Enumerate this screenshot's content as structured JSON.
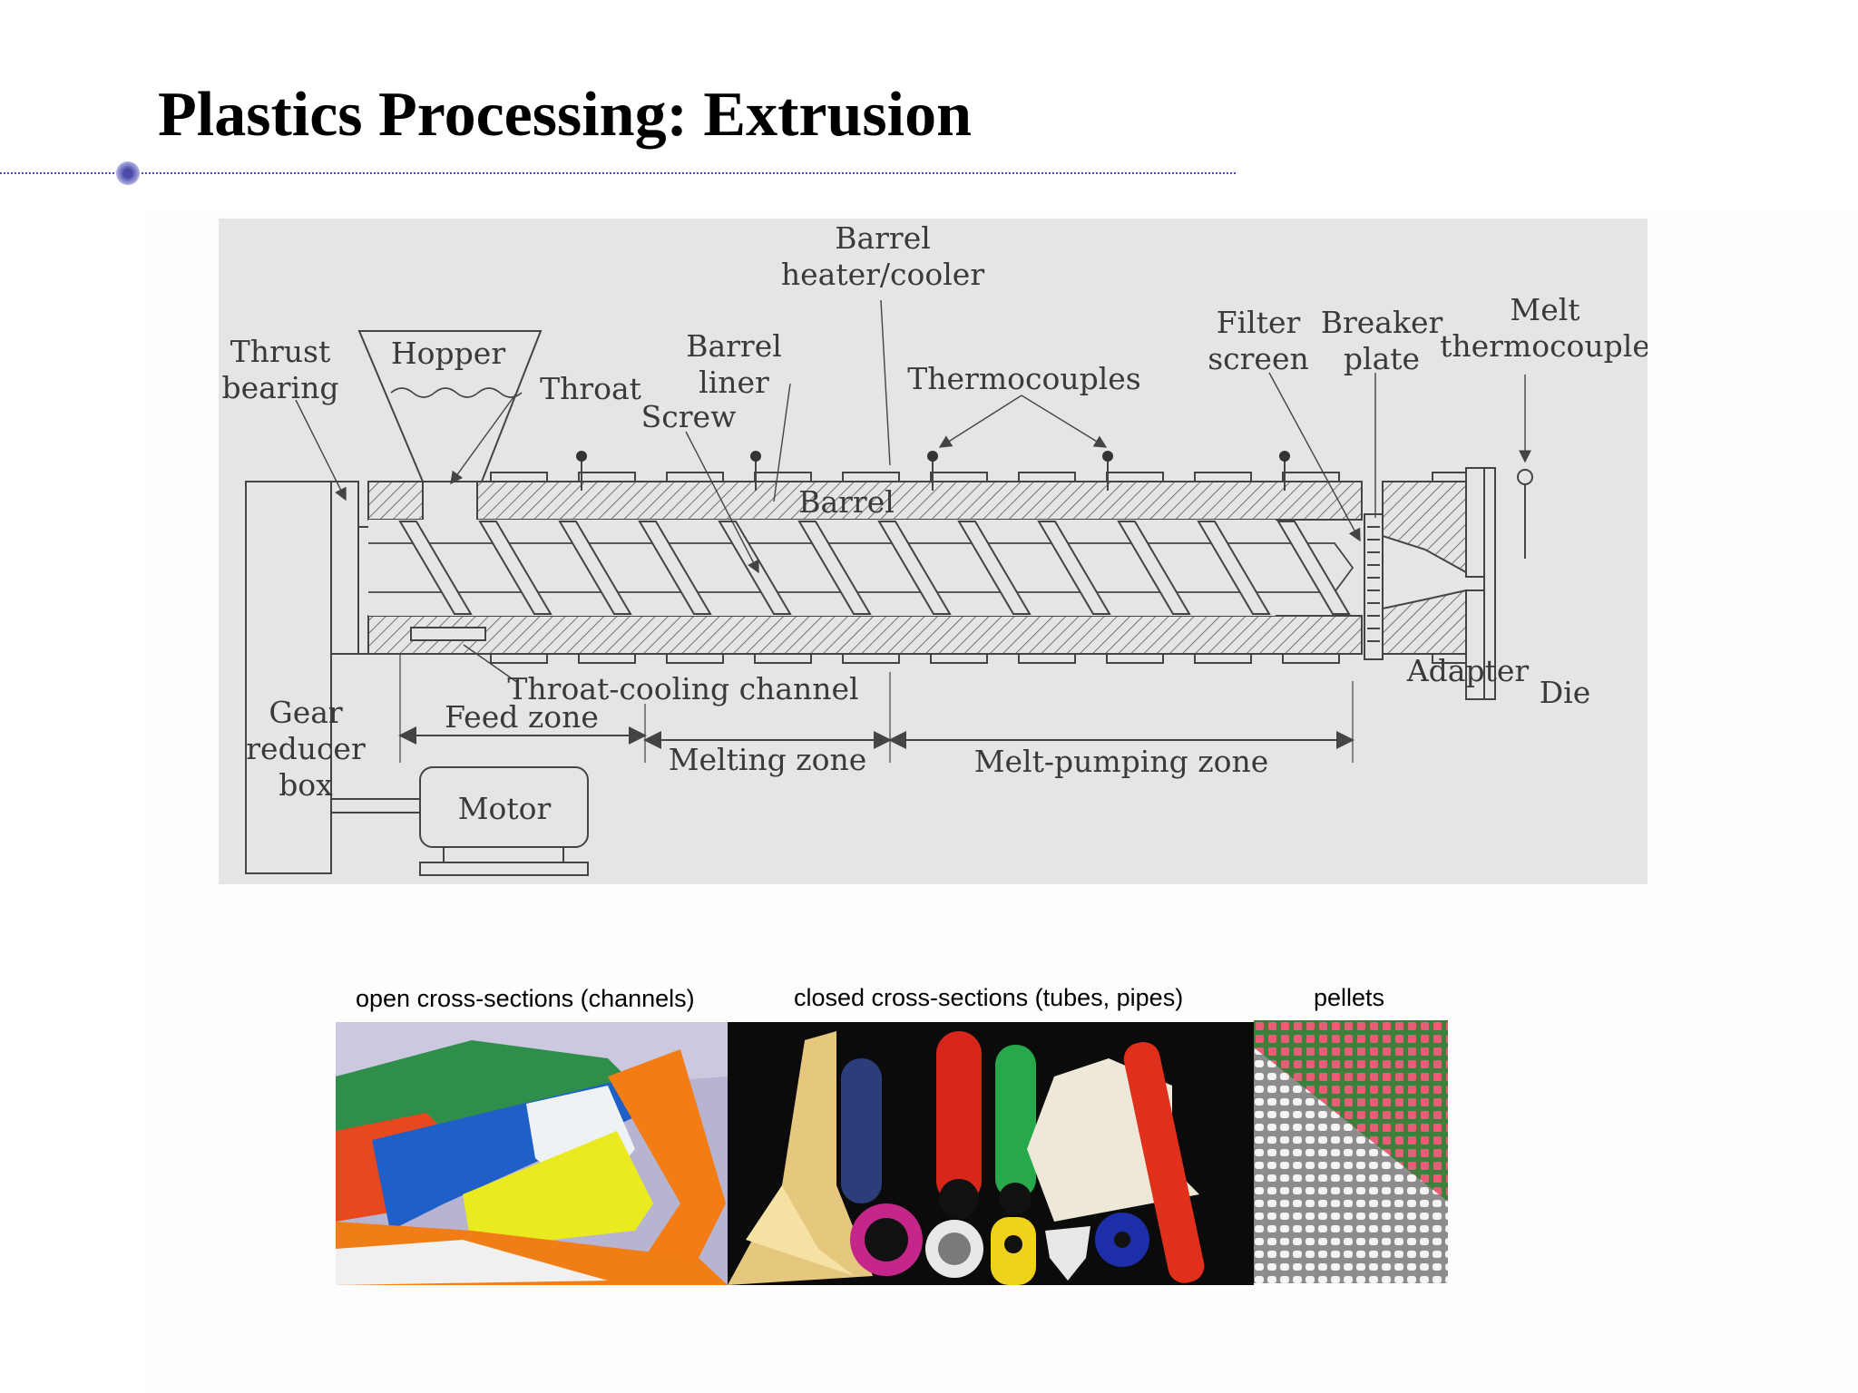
{
  "slide": {
    "title": "Plastics Processing: Extrusion"
  },
  "diagram": {
    "labels": {
      "barrel_heater": [
        "Barrel",
        "heater/cooler"
      ],
      "thrust_bearing": [
        "Thrust",
        "bearing"
      ],
      "hopper": "Hopper",
      "throat": "Throat",
      "barrel_liner": [
        "Barrel",
        "liner"
      ],
      "screw": "Screw",
      "thermocouples": "Thermocouples",
      "filter_screen": [
        "Filter",
        "screen"
      ],
      "breaker_plate": [
        "Breaker",
        "plate"
      ],
      "melt_thermocouple": [
        "Melt",
        "thermocouple"
      ],
      "barrel": "Barrel",
      "throat_cooling": "Throat-cooling channel",
      "feed_zone": "Feed zone",
      "melting_zone": "Melting zone",
      "melt_pumping_zone": "Melt-pumping zone",
      "adapter": "Adapter",
      "die": "Die",
      "gear_reducer": [
        "Gear",
        "reducer",
        "box"
      ],
      "motor": "Motor"
    }
  },
  "photos": [
    {
      "caption": "open cross-sections (channels)"
    },
    {
      "caption": "closed cross-sections (tubes, pipes)"
    },
    {
      "caption": "pellets"
    }
  ]
}
